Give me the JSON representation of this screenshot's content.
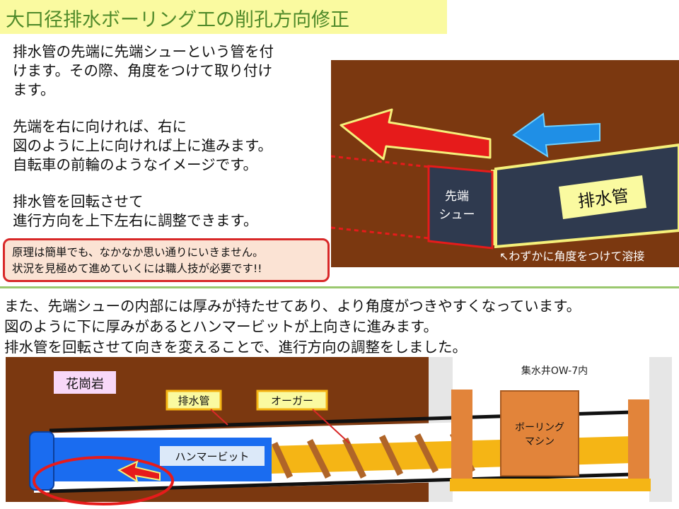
{
  "title": "大口径排水ボーリング工の削孔方向修正",
  "paragraphs": [
    [
      "排水管の先端に先端シューという管を付",
      "けます。その際、角度をつけて取り付け",
      "ます。"
    ],
    [
      "先端を右に向ければ、右に",
      "図のように上に向ければ上に進みます。",
      "自転車の前輪のようなイメージです。"
    ],
    [
      "排水管を回転させて",
      "進行方向を上下左右に調整できます。"
    ]
  ],
  "note": [
    "原理は簡単でも、なかなか思い通りにいきません。",
    "状況を見極めて進めていくには職人技が必要です!!"
  ],
  "middle_text": [
    "また、先端シューの内部には厚みが持たせてあり、より角度がつきやすくなっています。",
    "図のように下に厚みがあるとハンマービットが上向きに進みます。",
    "排水管を回転させて向きを変えることで、進行方向の調整をしました。"
  ],
  "diagram1": {
    "shoe_label": [
      "先端",
      "シュー"
    ],
    "pipe_label": "排水管",
    "weld_note": "↖わずかに角度をつけて溶接"
  },
  "diagram2": {
    "rock_label": "花崗岩",
    "pipe_label": "排水管",
    "auger_label": "オーガー",
    "hammer_label": "ハンマービット",
    "well_label": "集水井OW-7内",
    "machine_label": [
      "ボーリング",
      "マシン"
    ]
  },
  "colors": {
    "title_bg": "#fafaa0",
    "title_text": "#4f8a2a",
    "ground": "#7b3810",
    "pipe": "#2f3a4f",
    "red_arrow": "#e61b1b",
    "blue_arrow": "#1f8fe6",
    "hammer": "#1a6cf0",
    "auger": "#f5b515",
    "machine": "#e2843a",
    "note_border": "#d82828",
    "note_bg": "#fbe3d4",
    "divider": "#9ac86e"
  }
}
